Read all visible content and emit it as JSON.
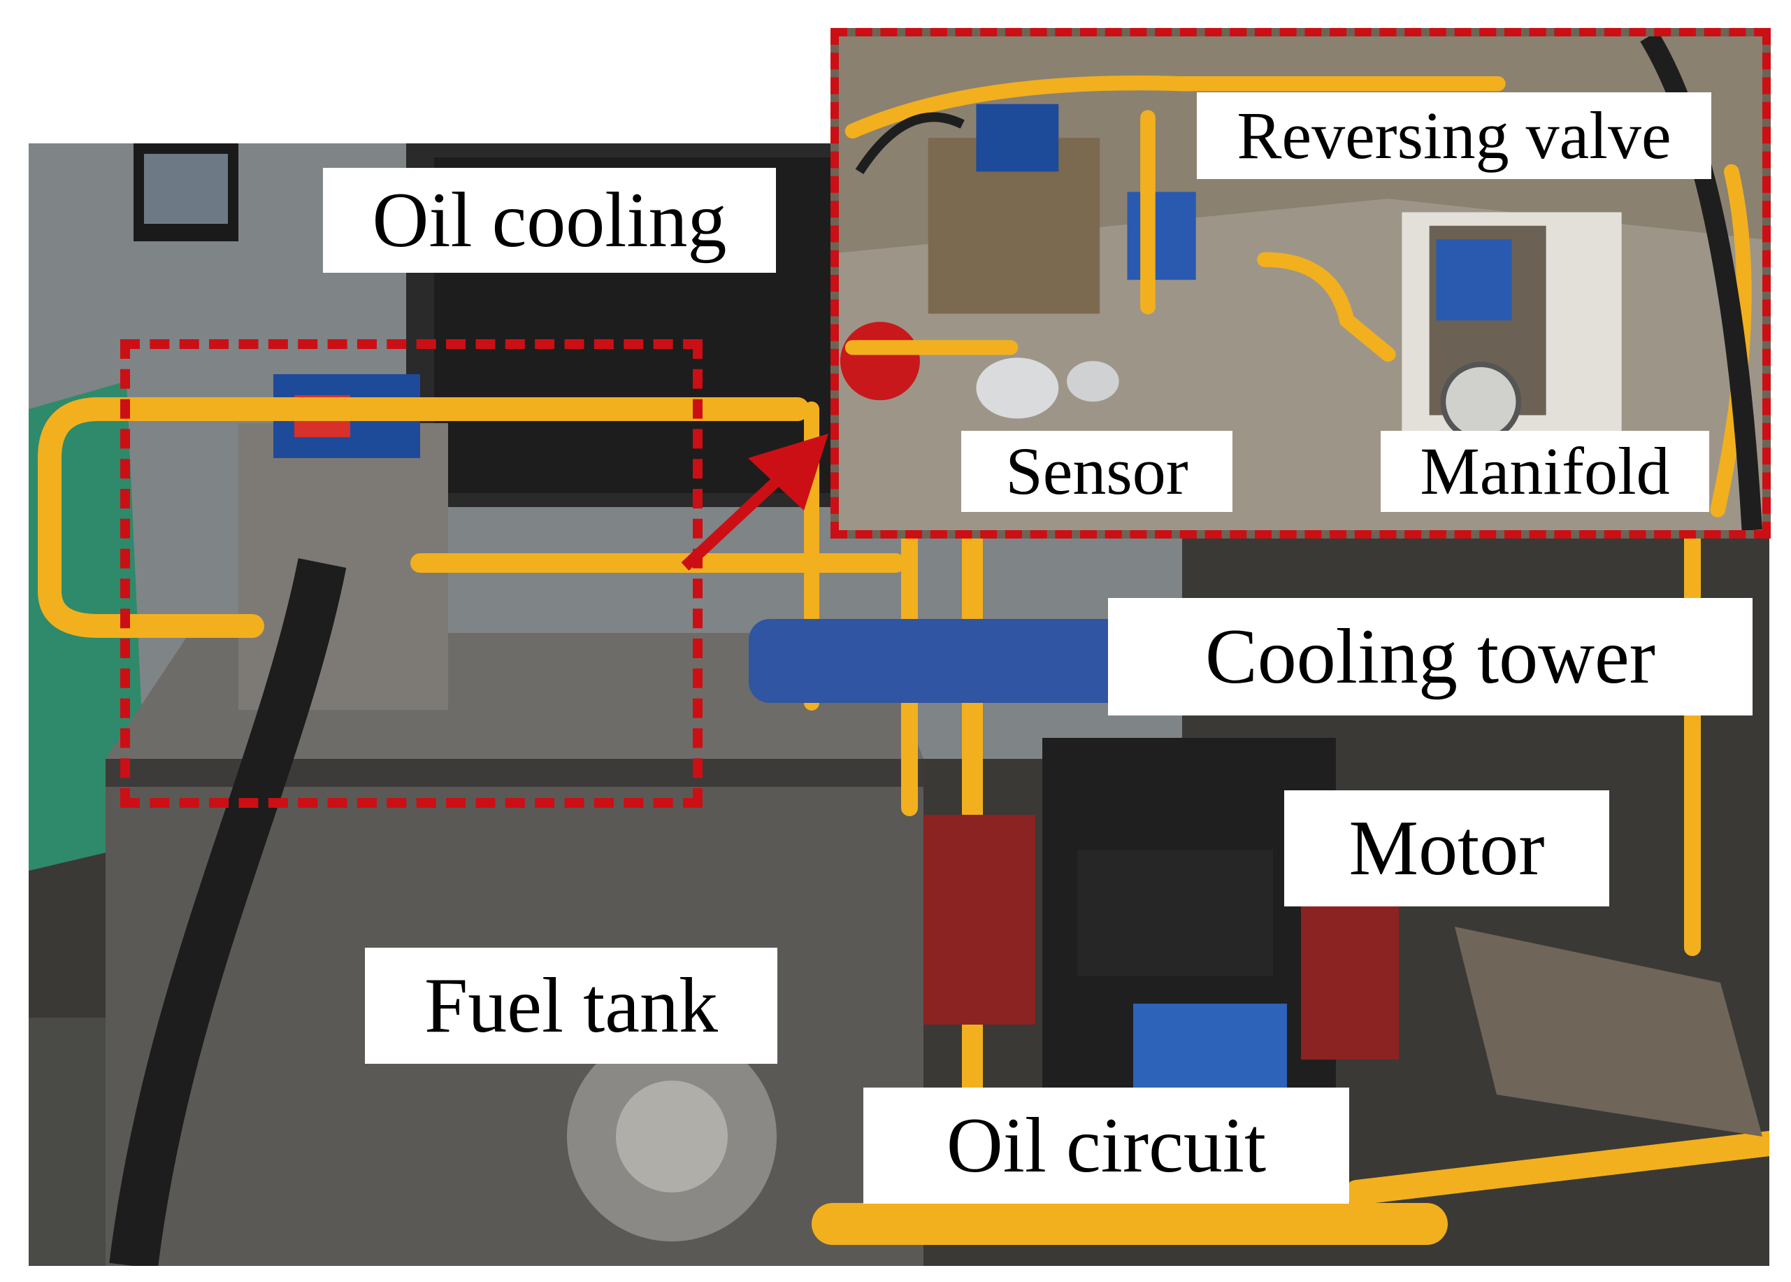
{
  "labels": {
    "oil_cooling": "Oil cooling",
    "reversing_valve": "Reversing valve",
    "sensor": "Sensor",
    "manifold": "Manifold",
    "cooling_tower": "Cooling tower",
    "motor": "Motor",
    "fuel_tank": "Fuel tank",
    "oil_circuit": "Oil circuit"
  },
  "colors": {
    "highlight": "#cc0f14",
    "pipe": "#f2b01e",
    "label_background": "#ffffff"
  }
}
